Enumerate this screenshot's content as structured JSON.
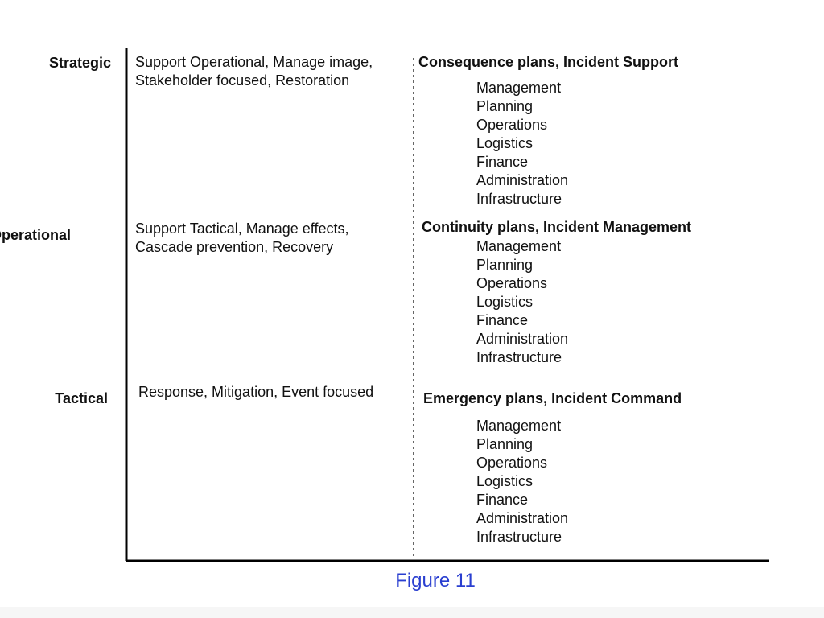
{
  "levels": {
    "strategic": "Strategic",
    "operational": "Operational",
    "tactical": "Tactical"
  },
  "descriptions": {
    "strategic": "Support Operational, Manage image, Stakeholder focused, Restoration",
    "operational": "Support Tactical, Manage effects, Cascade prevention, Recovery",
    "tactical": "Response, Mitigation, Event focused"
  },
  "plans": [
    {
      "title": "Consequence plans, Incident Support",
      "functions": [
        "Management",
        "Planning",
        "Operations",
        "Logistics",
        "Finance",
        "Administration",
        "Infrastructure"
      ]
    },
    {
      "title": "Continuity plans, Incident Management",
      "functions": [
        "Management",
        "Planning",
        "Operations",
        "Logistics",
        "Finance",
        "Administration",
        "Infrastructure"
      ]
    },
    {
      "title": "Emergency plans, Incident Command",
      "functions": [
        "Management",
        "Planning",
        "Operations",
        "Logistics",
        "Finance",
        "Administration",
        "Infrastructure"
      ]
    }
  ],
  "caption": "Figure 11",
  "colors": {
    "caption": "#2a3fd0",
    "axis": "#000000",
    "divider": "#333333"
  }
}
